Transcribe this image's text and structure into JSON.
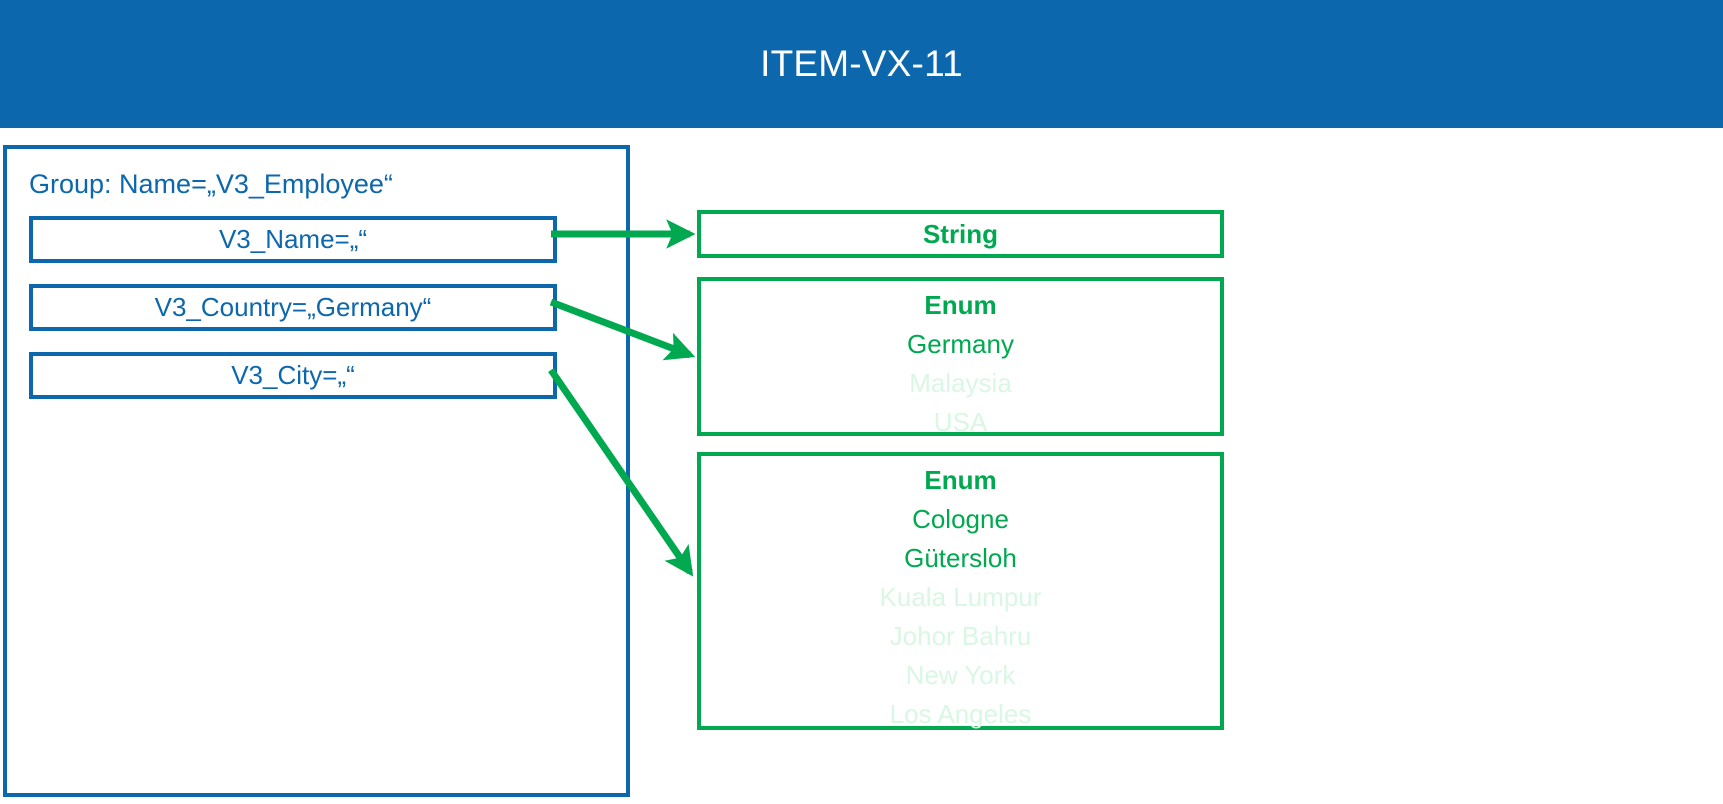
{
  "header": {
    "title": "ITEM-VX-11",
    "background_color": "#0C67AC",
    "text_color": "#FFFFFF"
  },
  "colors": {
    "blue": "#0C67AC",
    "green": "#00A950",
    "green_faded": "#D9F7E4"
  },
  "group": {
    "label": "Group: Name=„V3_Employee“",
    "attributes": [
      {
        "label": "V3_Name=„“"
      },
      {
        "label": "V3_Country=„Germany“"
      },
      {
        "label": "V3_City=„“"
      }
    ]
  },
  "types": [
    {
      "title": "String",
      "values": []
    },
    {
      "title": "Enum",
      "values": [
        {
          "label": "Germany",
          "active": true
        },
        {
          "label": "Malaysia",
          "active": false
        },
        {
          "label": "USA",
          "active": false
        }
      ]
    },
    {
      "title": "Enum",
      "values": [
        {
          "label": "Cologne",
          "active": true
        },
        {
          "label": "Gütersloh",
          "active": true
        },
        {
          "label": "Kuala Lumpur",
          "active": false
        },
        {
          "label": "Johor Bahru",
          "active": false
        },
        {
          "label": "New York",
          "active": false
        },
        {
          "label": "Los Angeles",
          "active": false
        }
      ]
    }
  ]
}
